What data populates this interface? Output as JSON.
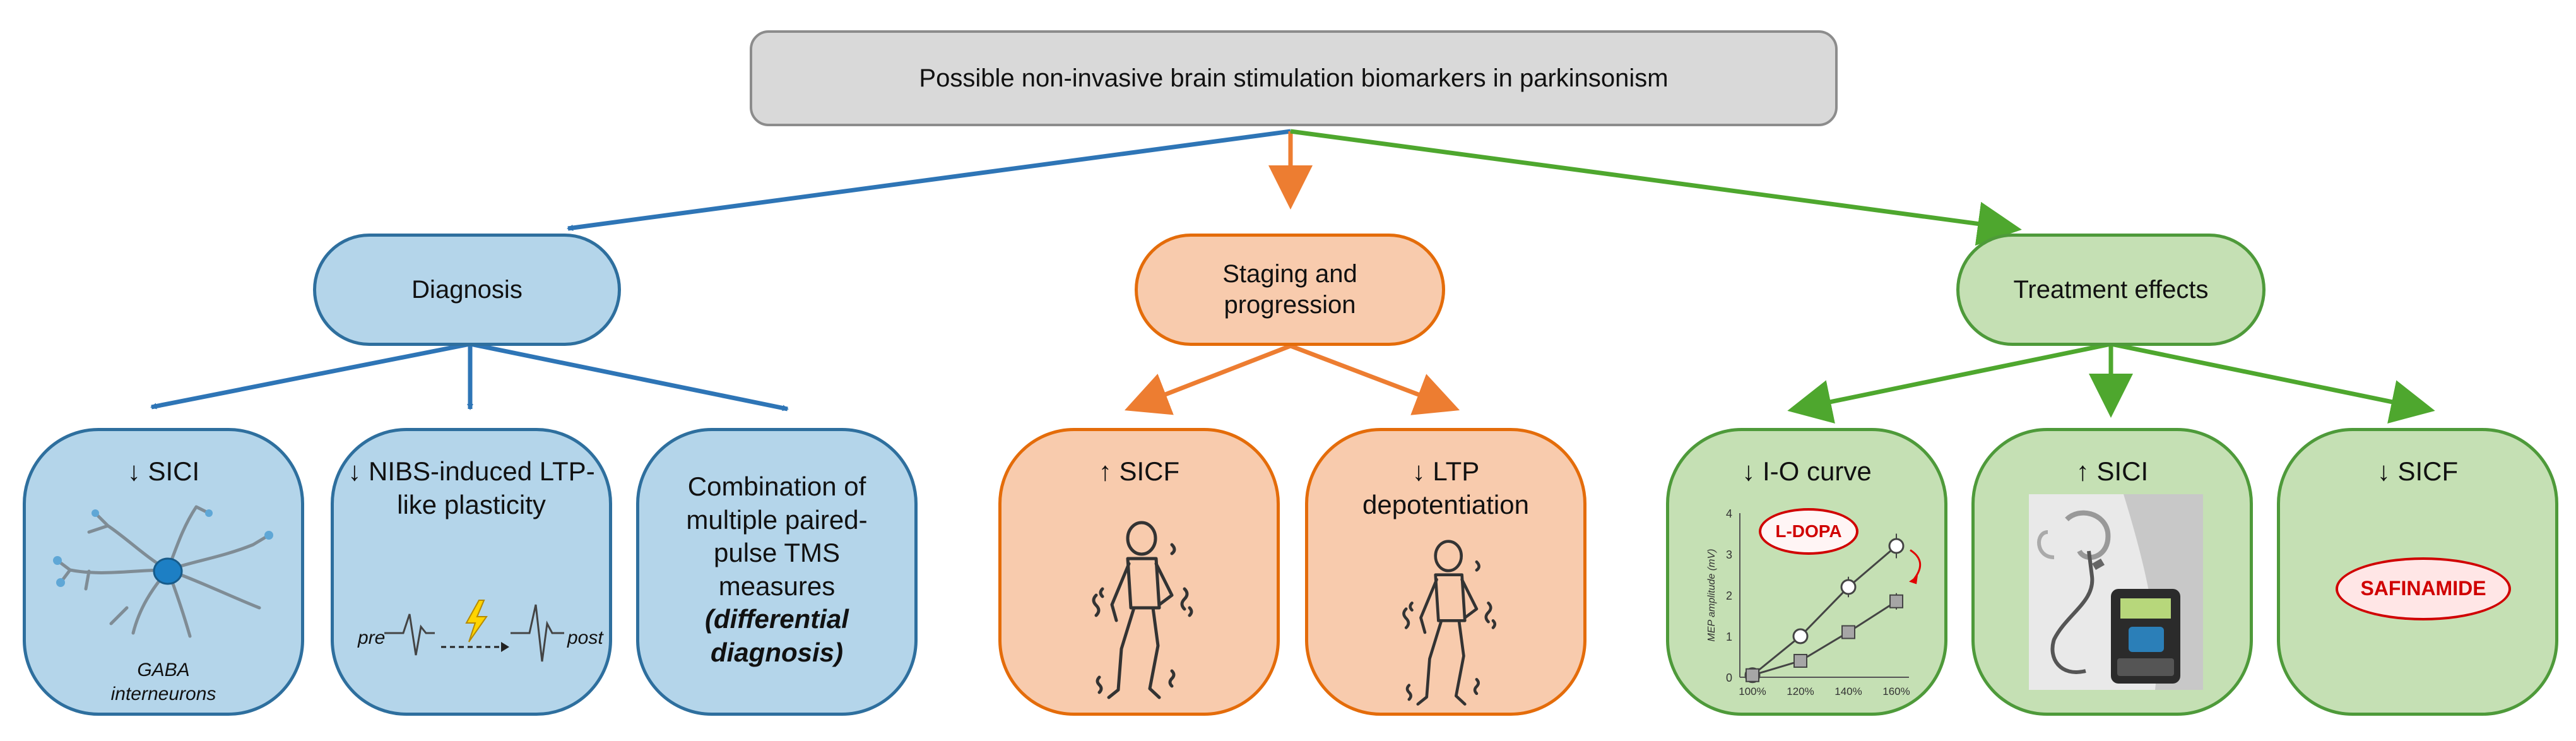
{
  "root": {
    "label": "Possible non-invasive brain stimulation biomarkers in  parkinsonism"
  },
  "categories": [
    {
      "label": "Diagnosis",
      "color": "#2e75b6"
    },
    {
      "label": "Staging and progression",
      "color": "#ed7d31"
    },
    {
      "label": "Treatment effects",
      "color": "#4ea72e"
    }
  ],
  "diagnosis": {
    "sici": {
      "label": "↓ SICI",
      "caption_line1": "GABA",
      "caption_line2": "interneurons"
    },
    "ltp": {
      "label": "↓ NIBS-induced LTP-like plasticity",
      "pre": "pre",
      "post": "post"
    },
    "combo": {
      "label": "Combination of multiple paired-pulse TMS measures",
      "emphasis": "(differential diagnosis)"
    }
  },
  "staging": {
    "sicf": {
      "label": "↑ SICF"
    },
    "ltp": {
      "label": "↓  LTP depotentiation"
    }
  },
  "treatment": {
    "io": {
      "label": "↓ I-O curve",
      "drug": "L-DOPA",
      "ylabel": "MEP amplitude (mV)",
      "yticks": [
        "0",
        "1",
        "2",
        "3",
        "4"
      ],
      "xticks": [
        "100%",
        "120%",
        "140%",
        "160%"
      ]
    },
    "sici": {
      "label": "↑ SICI"
    },
    "sicf": {
      "label": "↓ SICF",
      "drug": "SAFINAMIDE"
    }
  },
  "io_chart": {
    "open_circles": [
      0.05,
      1.0,
      2.2,
      3.2
    ],
    "squares": [
      0.05,
      0.4,
      1.1,
      1.85
    ],
    "error_open": [
      0.1,
      0.12,
      0.25,
      0.3
    ],
    "error_square": [
      0.05,
      0.1,
      0.15,
      0.2
    ]
  }
}
